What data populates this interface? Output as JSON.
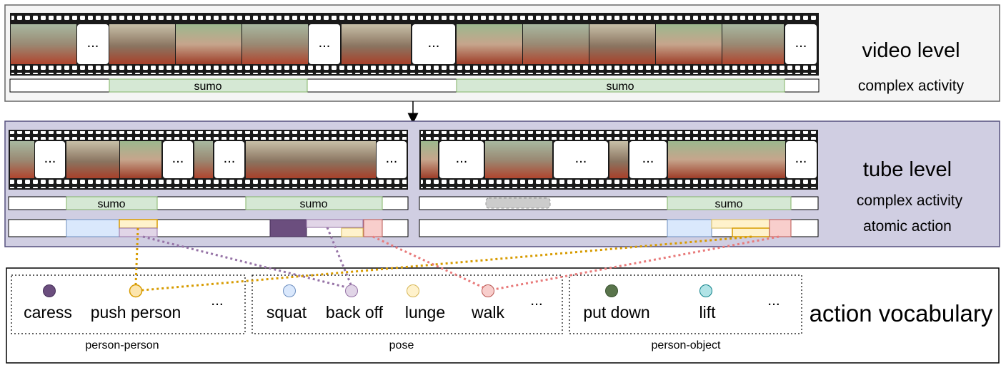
{
  "video_panel": {
    "title": "video level",
    "row_label": "complex activity",
    "ellipses": [
      "...",
      "...",
      "..."
    ],
    "activity_segments": [
      "sumo",
      "sumo"
    ]
  },
  "tube_panel": {
    "title": "tube level",
    "row_label_activity": "complex activity",
    "row_label_atomic": "atomic action",
    "left_tube": {
      "ellipses": [
        "...",
        "...",
        "...",
        "..."
      ],
      "activity_segments": [
        "sumo",
        "sumo"
      ]
    },
    "right_tube": {
      "ellipses": [
        "...",
        "...",
        "..."
      ],
      "activity_segments": [
        "sumo"
      ]
    }
  },
  "vocab_panel": {
    "title": "action vocabulary",
    "groups": [
      {
        "name": "person-person",
        "actions": [
          {
            "label": "caress",
            "color": "#6b4e7e"
          },
          {
            "label": "push person",
            "color": "#fce5ad"
          }
        ],
        "more": "..."
      },
      {
        "name": "pose",
        "actions": [
          {
            "label": "squat",
            "color": "#dae8fc"
          },
          {
            "label": "back off",
            "color": "#e1d5e7"
          },
          {
            "label": "lunge",
            "color": "#fff2cc"
          },
          {
            "label": "walk",
            "color": "#f8cecc"
          }
        ],
        "more": "..."
      },
      {
        "name": "person-object",
        "actions": [
          {
            "label": "put down",
            "color": "#59744b"
          },
          {
            "label": "lift",
            "color": "#b0e3e6"
          }
        ],
        "more": "..."
      }
    ]
  },
  "colors": {
    "sumo_fill": "#d5e8d4",
    "sumo_stroke": "#82b366",
    "tube_bg": "#d0cee2",
    "video_bg": "#f5f5f5",
    "link_orange": "#d79b00",
    "link_purple": "#9673a6",
    "link_red": "#e87a7a"
  }
}
